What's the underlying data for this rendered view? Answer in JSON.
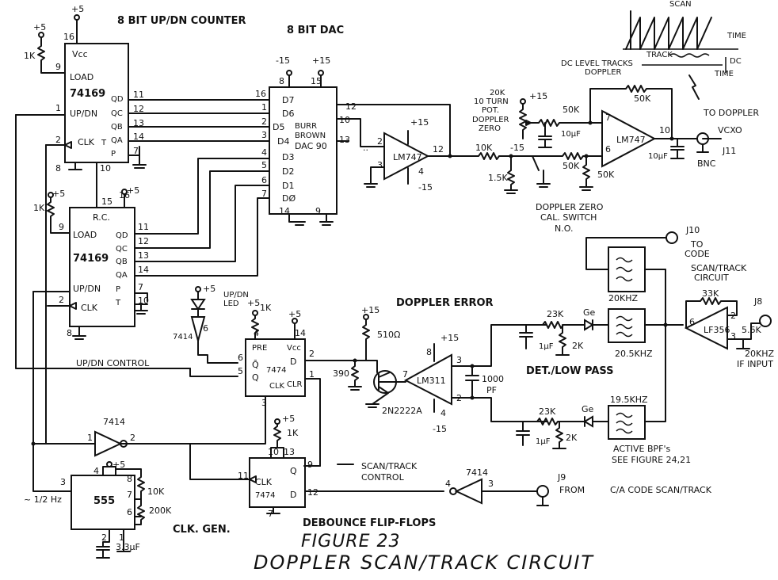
{
  "figure": {
    "number": "FIGURE  23",
    "caption": "DOPPLER SCAN/TRACK CIRCUIT"
  },
  "sections": {
    "counter": "8 BIT UP/DN COUNTER",
    "dac": "8 BIT DAC",
    "doppler_error": "DOPPLER ERROR",
    "det_lowpass": "DET./LOW PASS",
    "debounce": "DEBOUNCE FLIP-FLOPS",
    "clk_gen": "CLK. GEN."
  },
  "waveform": {
    "scan": "SCAN",
    "track": "TRACK",
    "track_note_1": "DC LEVEL TRACKS",
    "track_note_2": "DOPPLER",
    "time_1": "TIME",
    "time_2": "TIME",
    "dc": "DC"
  },
  "supply": {
    "plus5": "+5",
    "plus15": "+15",
    "minus15": "-15"
  },
  "counter1": {
    "part": "74169",
    "vcc": "Vcc",
    "load": "LOAD",
    "updn": "UP/DN",
    "clk": "CLK",
    "qd": "QD",
    "qc": "QC",
    "qb": "QB",
    "qa": "QA",
    "p": "P",
    "t": "T",
    "pins": [
      "16",
      "9",
      "1",
      "2",
      "11",
      "12",
      "13",
      "14",
      "7",
      "8",
      "10"
    ],
    "res": "1K"
  },
  "counter2": {
    "part": "74169",
    "rc": "R.C.",
    "load": "LOAD",
    "updn": "UP/DN",
    "clk": "CLK",
    "qd": "QD",
    "qc": "QC",
    "qb": "QB",
    "qa": "QA",
    "p": "P",
    "t": "T",
    "pins": [
      "15",
      "16",
      "9",
      "11",
      "12",
      "13",
      "14",
      "7",
      "10",
      "2",
      "8"
    ],
    "res": "1K"
  },
  "dac": {
    "brand_1": "BURR",
    "brand_2": "BROWN",
    "part": "DAC 90",
    "inputs": [
      "D7",
      "D6",
      "D5",
      "D4",
      "D3",
      "D2",
      "D1",
      "DØ"
    ],
    "in_pins": [
      "16",
      "1",
      "2",
      "3",
      "4",
      "5",
      "6",
      "7"
    ],
    "top_pins": [
      "8",
      "15"
    ],
    "out_pins": [
      "12",
      "10",
      "13"
    ],
    "bot_pins": [
      "14",
      "9"
    ]
  },
  "opamp1": {
    "part": "LM747",
    "pins": [
      "2",
      "3",
      "12",
      "4"
    ]
  },
  "opamp2": {
    "part": "LM747",
    "pins": [
      "7",
      "6",
      "10"
    ]
  },
  "pot": {
    "line1": "20K",
    "line2": "10 TURN",
    "line3": "POT.",
    "line4": "DOPPLER",
    "line5": "ZERO"
  },
  "resistors": {
    "r10k": "10K",
    "r15k": "1.5K",
    "r50k_a": "50K",
    "r50k_b": "50K",
    "r50k_c": "50K",
    "r50k_d": "50K",
    "r510": "510Ω",
    "r390": "390",
    "r1k_ff": "1K",
    "r1k_db": "1K",
    "r23k_a": "23K",
    "r2k_a": "2K",
    "r23k_b": "23K",
    "r2k_b": "2K",
    "r33k": "33K",
    "r56k": "5.6K",
    "r10k_clk": "10K",
    "r200k": "200K"
  },
  "caps": {
    "c10uf_a": "10µF",
    "c10uf_b": "10µF",
    "c1uf_a": "1µF",
    "c1uf_b": "1µF",
    "c1000pf_1": "1000",
    "c1000pf_2": "PF",
    "c33uf": "3.3µF"
  },
  "diodes": {
    "ge_a": "Ge",
    "ge_b": "Ge"
  },
  "switch": {
    "line1": "DOPPLER ZERO",
    "line2": "CAL. SWITCH",
    "line3": "N.O."
  },
  "output": {
    "line1": "TO DOPPLER",
    "line2": "VCXO",
    "conn": "J11",
    "bnc": "BNC"
  },
  "led": {
    "line1": "UP/DN",
    "line2": "LED",
    "inv": "7414",
    "pin": "6"
  },
  "updn_control": "UP/DN CONTROL",
  "ff1": {
    "part": "7474",
    "pre": "PRE",
    "vcc": "Vcc",
    "q": "Q",
    "qbar": "Q̄",
    "d": "D",
    "clk": "CLK",
    "clr": "CLR",
    "pins": [
      "4",
      "14",
      "6",
      "5",
      "2",
      "1",
      "3"
    ]
  },
  "transistor": {
    "part": "2N2222A"
  },
  "comparator": {
    "part": "LM311",
    "pins": [
      "8",
      "7",
      "3",
      "2",
      "4"
    ]
  },
  "ff2": {
    "part": "7474",
    "q": "Q",
    "d": "D",
    "clk": "CLK",
    "pins": [
      "10",
      "13",
      "11",
      "9",
      "12",
      "7"
    ]
  },
  "scan_track_control": {
    "line1": "SCAN/TRACK",
    "line2": "CONTROL"
  },
  "inv_clk": {
    "part": "7414",
    "pins": [
      "1",
      "2"
    ]
  },
  "inv_j9": {
    "part": "7414",
    "pins": [
      "4",
      "3"
    ]
  },
  "timer": {
    "part": "555",
    "freq": "~ 1/2 Hz",
    "pins": [
      "3",
      "4",
      "8",
      "7",
      "6",
      "2",
      "1"
    ]
  },
  "j9": {
    "conn": "J9",
    "from": "FROM",
    "desc": "C/A CODE SCAN/TRACK"
  },
  "j10": {
    "conn": "J10",
    "line1": "TO",
    "line2": "CODE",
    "line3": "SCAN/TRACK",
    "line4": "CIRCUIT"
  },
  "j8": {
    "conn": "J8",
    "line1": "20KHZ",
    "line2": "IF INPUT"
  },
  "ifamp": {
    "part": "LF356",
    "pins": [
      "6",
      "2",
      "3"
    ]
  },
  "filters": {
    "f20": "20KHZ",
    "f205": "20.5KHZ",
    "f195": "19.5KHZ",
    "note1": "ACTIVE BPF's",
    "note2": "SEE FIGURE 24,21"
  }
}
